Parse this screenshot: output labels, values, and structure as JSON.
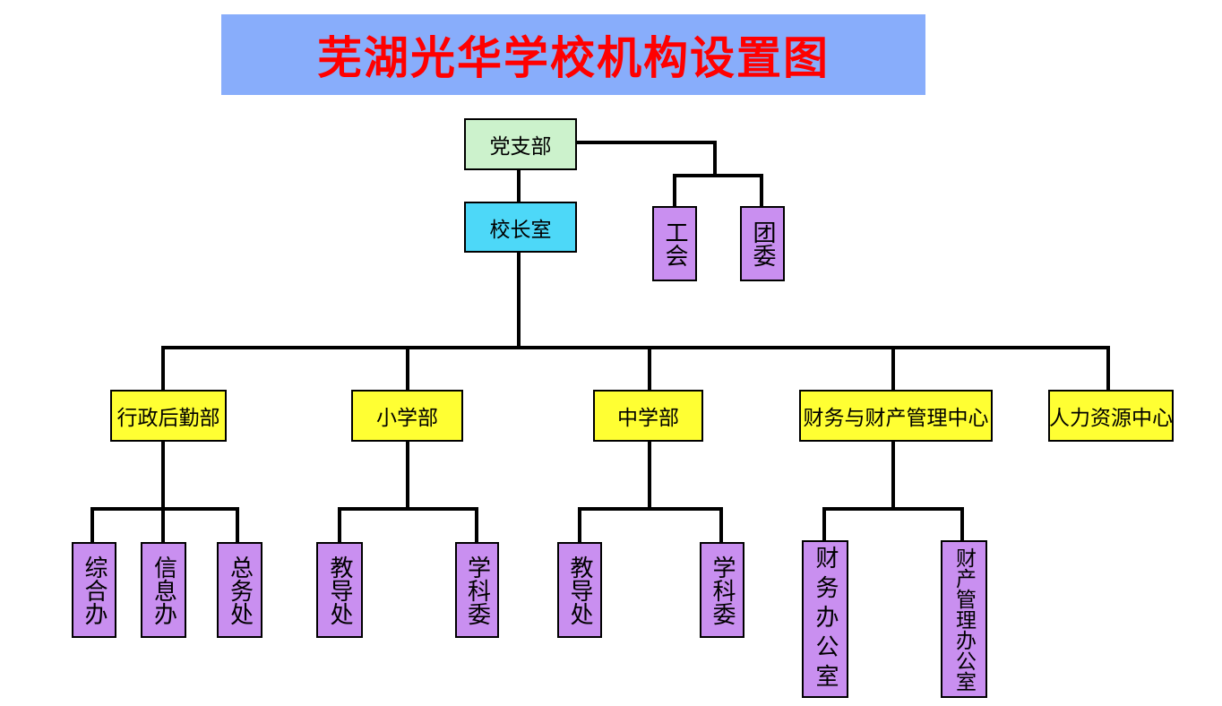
{
  "title": "芜湖光华学校机构设置图",
  "colors": {
    "title_bg": "#88ADFB",
    "title_text": "#FF0000",
    "party_branch_bg": "#CCF2CC",
    "principal_office_bg": "#4DD8F8",
    "department_bg": "#FFFF33",
    "sub_office_bg": "#C98FF0",
    "connector": "#000000"
  },
  "nodes": {
    "party_branch": "党支部",
    "principal_office": "校长室",
    "labor_union": "工会",
    "youth_league": "团委",
    "admin_logistics_dept": "行政后勤部",
    "primary_school_dept": "小学部",
    "middle_school_dept": "中学部",
    "finance_property_center": "财务与财产管理中心",
    "hr_center": "人力资源中心",
    "general_office": "综合办",
    "information_office": "信息办",
    "general_affairs_office": "总务处",
    "primary_dean_office": "教导处",
    "primary_subject_committee": "学科委",
    "middle_dean_office": "教导处",
    "middle_subject_committee": "学科委",
    "finance_office": "财务办公室",
    "property_management_office": "财产管理办公室"
  }
}
